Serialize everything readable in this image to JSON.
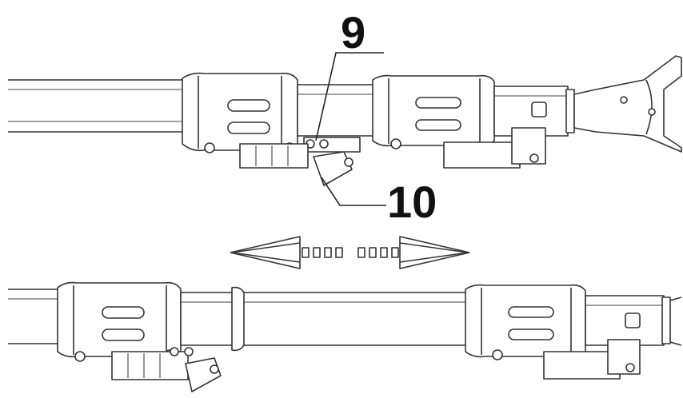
{
  "callouts": {
    "nine": "9",
    "ten": "10"
  },
  "colors": {
    "line": "#333333",
    "text": "#111111",
    "background": "#ffffff"
  },
  "icons": {
    "arrow": "double-headed-extension-arrow"
  }
}
